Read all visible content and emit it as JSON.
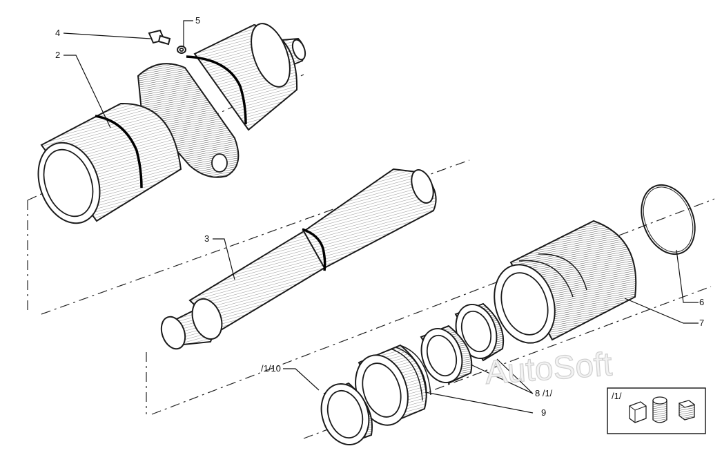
{
  "callouts": {
    "c4": "4",
    "c5": "5",
    "c2": "2",
    "c3": "3",
    "c6": "6",
    "c7": "7",
    "c8": "8 /1/",
    "c9": "9",
    "c10": "/1/10",
    "inset": "/1/"
  },
  "watermark": "AutoSoft"
}
